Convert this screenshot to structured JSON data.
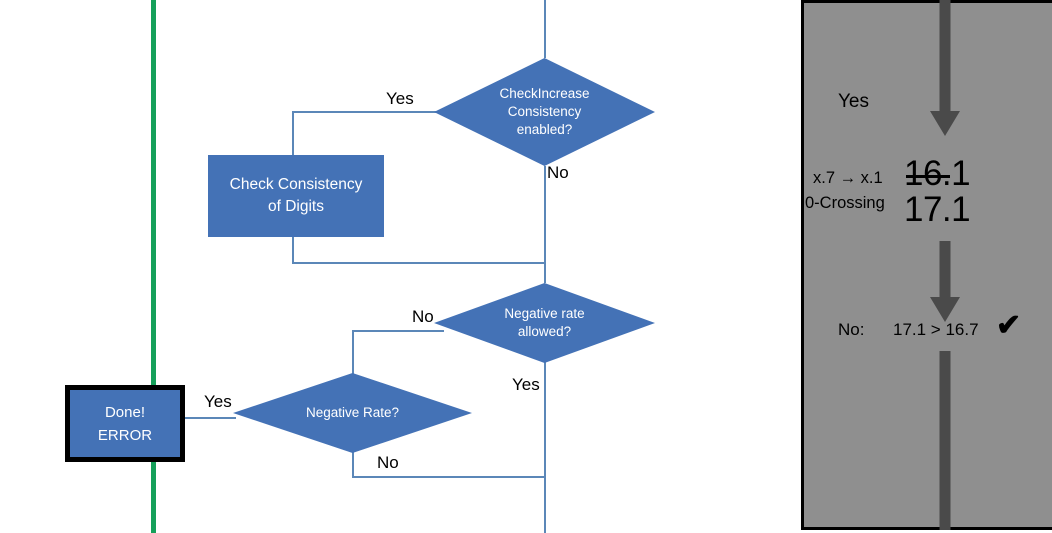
{
  "diagram": {
    "type": "flowchart",
    "title": "Rate check flowchart with worked example",
    "colors": {
      "node_fill": "#4472b6",
      "node_text": "#ffffff",
      "connector": "#5b87b8",
      "green_rule": "#15a05a",
      "panel_background": "#8f8f8f",
      "panel_border": "#000000",
      "arrow": "#4a4a4a",
      "label_text": "#000000"
    },
    "nodes": [
      {
        "id": "check-increase-consistency",
        "shape": "diamond",
        "label": "CheckIncrease\nConsistency\nenabled?"
      },
      {
        "id": "check-consistency-of-digits",
        "shape": "process",
        "label": "Check Consistency\nof Digits"
      },
      {
        "id": "negative-rate-allowed",
        "shape": "diamond",
        "label": "Negative rate\nallowed?"
      },
      {
        "id": "negative-rate",
        "shape": "diamond",
        "label": "Negative Rate?"
      },
      {
        "id": "done-error",
        "shape": "process-outlined",
        "label": "Done!\nERROR"
      }
    ],
    "edge_labels": {
      "check_increase_yes": "Yes",
      "check_increase_no": "No",
      "negative_rate_allowed_no": "No",
      "negative_rate_allowed_yes": "Yes",
      "negative_rate_no": "No",
      "done_error_yes": "Yes"
    }
  },
  "panel": {
    "branch_label": "Yes",
    "rule_label_line1": "x.7 → x.1",
    "rule_label_line2": "0-Crossing",
    "value_struck": "16.1",
    "value_result": "17.1",
    "comparison_prefix": "No:",
    "comparison": "17.1 > 16.7",
    "comparison_mark": "✔",
    "arrows": [
      {
        "id": "panel-arrow-top",
        "direction": "down",
        "has_head": true
      },
      {
        "id": "panel-arrow-middle",
        "direction": "down",
        "has_head": true
      },
      {
        "id": "panel-arrow-bottom",
        "direction": "down",
        "has_head": false
      }
    ]
  }
}
